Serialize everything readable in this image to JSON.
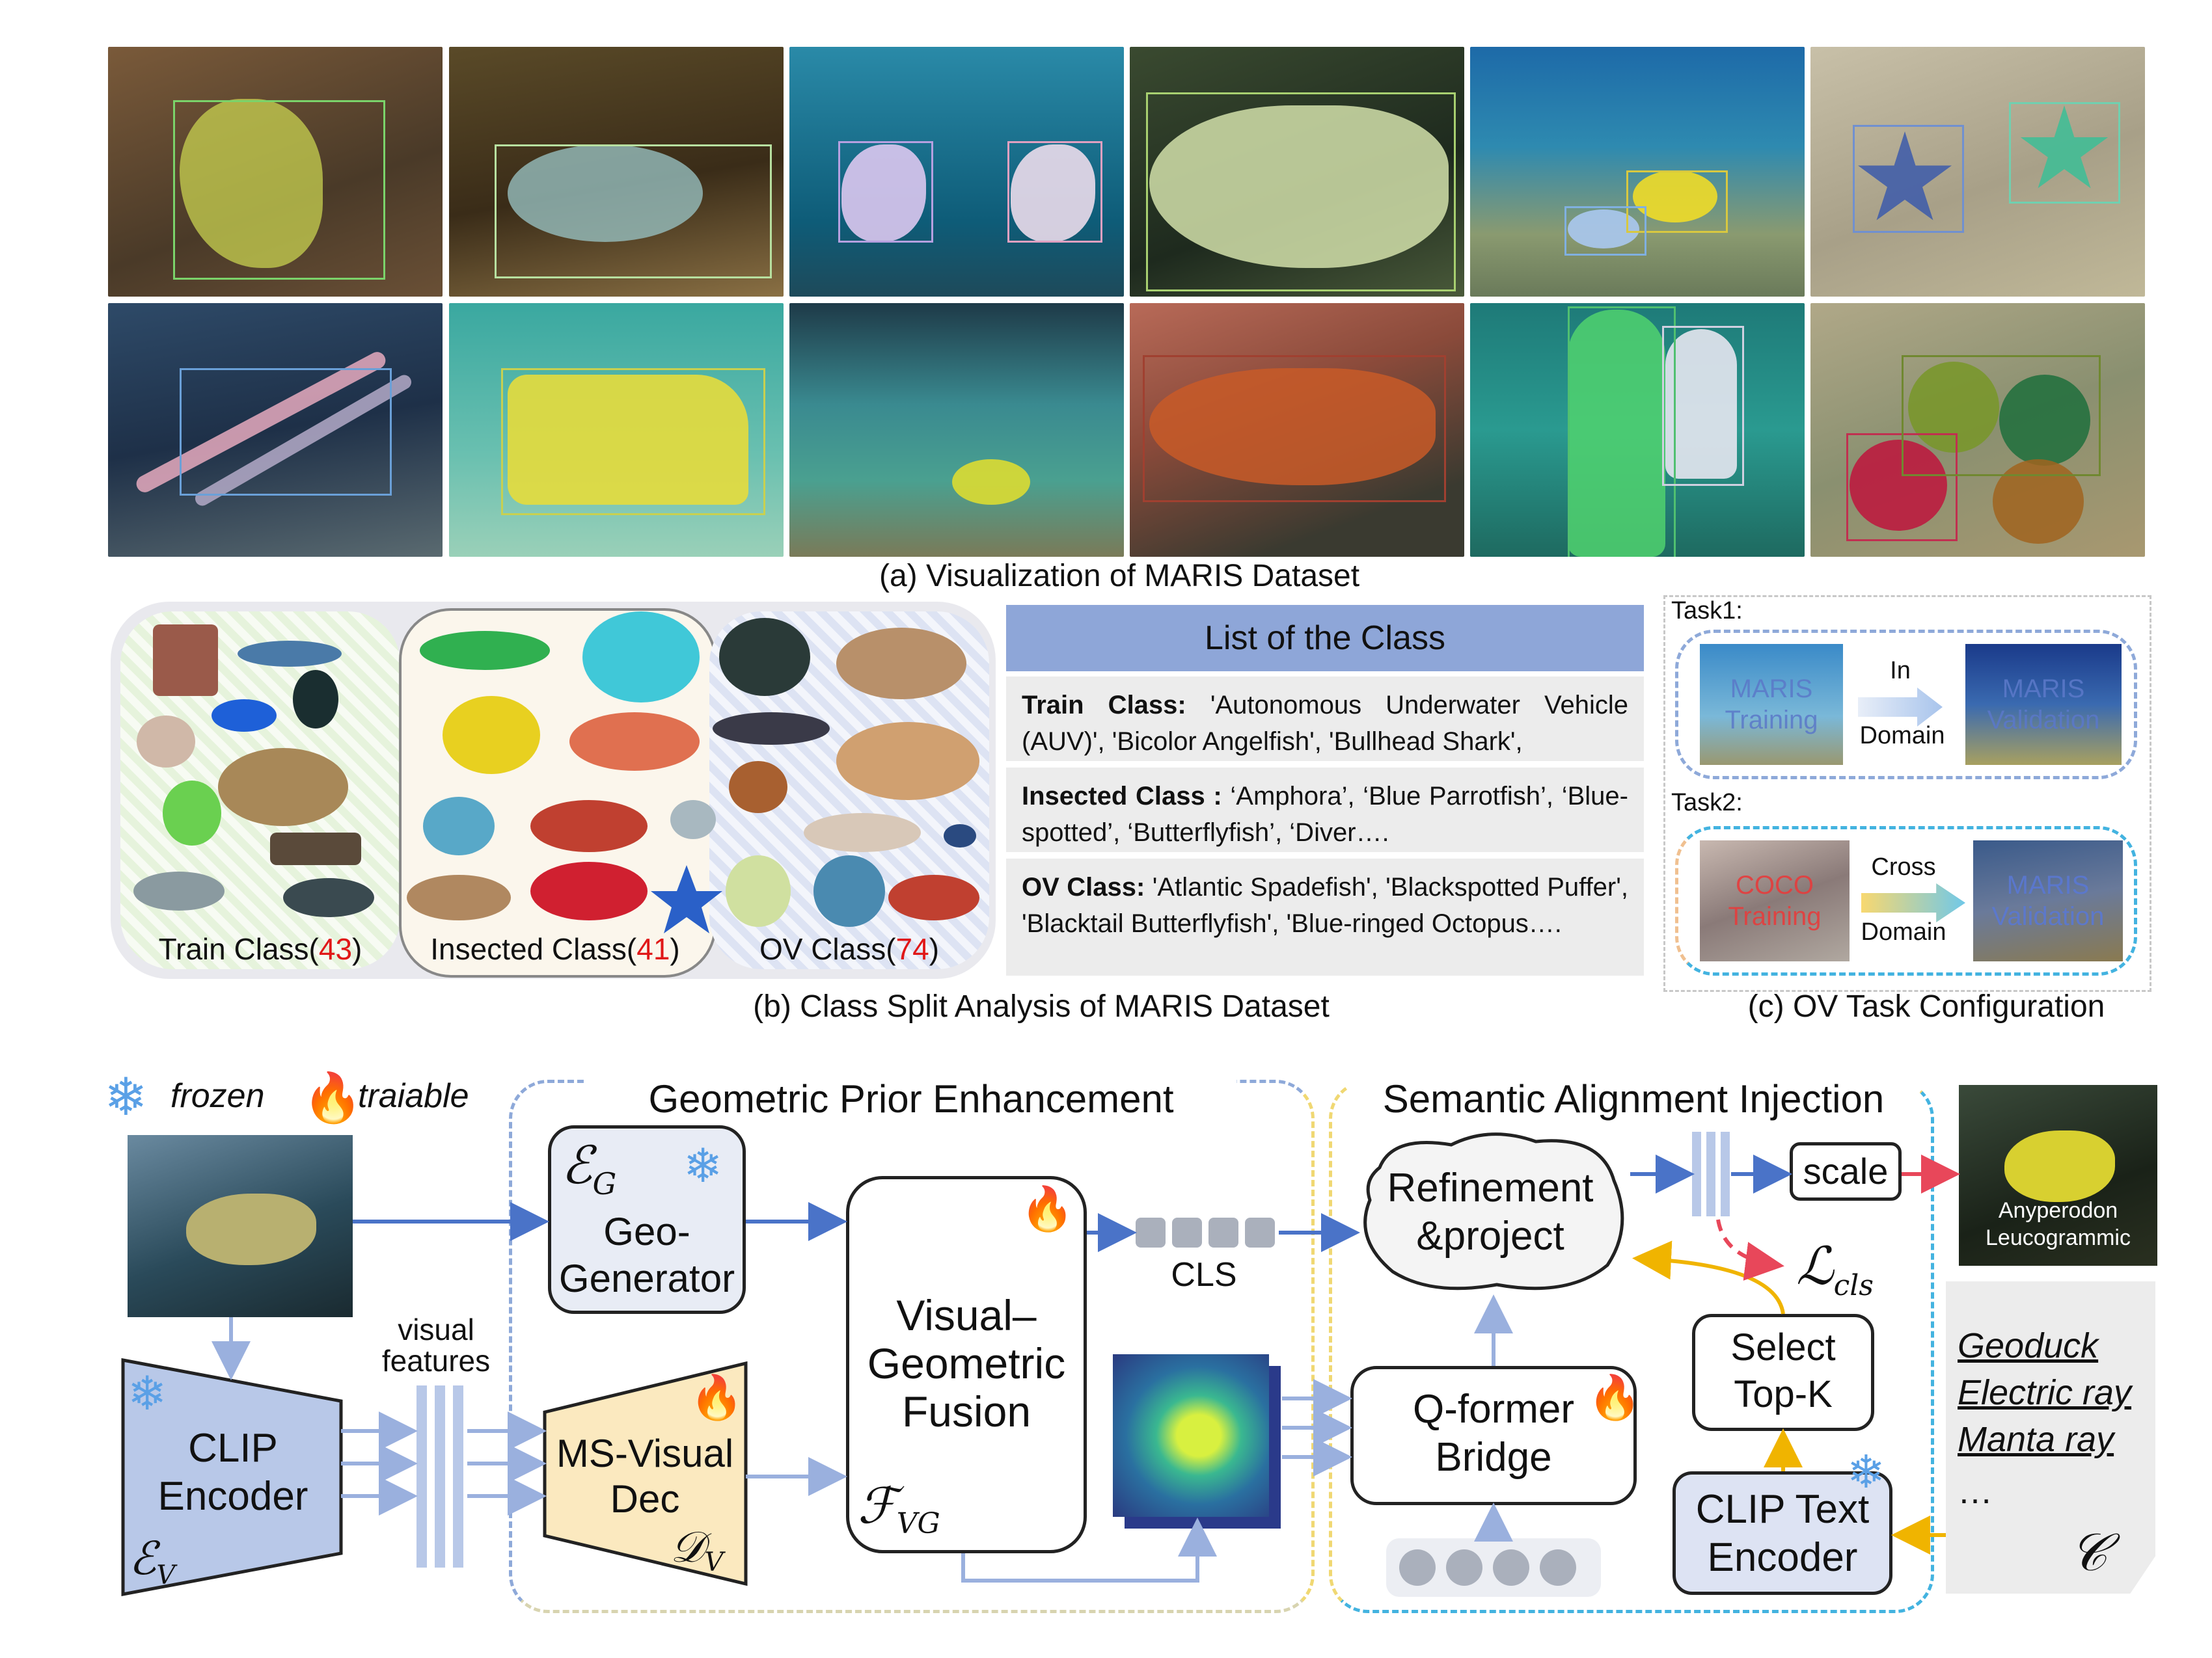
{
  "panel_a": {
    "caption": "(a) Visualization of MARIS Dataset"
  },
  "panel_b": {
    "caption": "(b) Class Split Analysis of MARIS Dataset",
    "groups": [
      {
        "label": "Train Class(",
        "count": "43",
        "close": ")"
      },
      {
        "label": "Insected Class(",
        "count": "41",
        "close": ")"
      },
      {
        "label": "OV Class(",
        "count": "74",
        "close": ")"
      }
    ],
    "list_title": "List of the Class",
    "rows": [
      {
        "head": "Train Class:",
        "text": " 'Autonomous Underwater Vehicle (AUV)', 'Bicolor Angelfish', 'Bullhead Shark',"
      },
      {
        "head": "Insected Class :",
        "text": " ‘Amphora’, ‘Blue Parrotfish’, ‘Blue-spotted’, ‘Butterflyfish’, ‘Diver…."
      },
      {
        "head": "OV Class:",
        "text": " 'Atlantic Spadefish', 'Blackspotted Puffer', 'Blacktail Butterflyfish', 'Blue-ringed Octopus…."
      }
    ]
  },
  "panel_c": {
    "caption": "(c) OV Task Configuration",
    "task1": {
      "title": "Task1:",
      "src": "MARIS\nTraining",
      "arrow_top": "In",
      "arrow_bottom": "Domain",
      "dst": "MARIS\nValidation"
    },
    "task2": {
      "title": "Task2:",
      "src": "COCO\nTraining",
      "arrow_top": "Cross",
      "arrow_bottom": "Domain",
      "dst": "MARIS\nValidation"
    }
  },
  "pipeline": {
    "legend_frozen": "frozen",
    "legend_trainable": "traiable",
    "geo_section": "Geometric Prior Enhancement",
    "sem_section": "Semantic Alignment Injection",
    "geo_gen_symbol": "ℰ",
    "geo_gen_sub": "G",
    "geo_gen_label": "Geo-\nGenerator",
    "fusion_label": "Visual–\nGeometric\nFusion",
    "fusion_symbol": "ℱ",
    "fusion_sub": "VG",
    "cls_label": "CLS",
    "visual_features": "visual\nfeatures",
    "clip_encoder": "CLIP\nEncoder",
    "clip_symbol": "ℰ",
    "clip_sub": "V",
    "ms_dec": "MS-Visual\nDec",
    "dec_symbol": "𝒟",
    "dec_sub": "V",
    "refine": "Refinement\n&project",
    "scale": "scale",
    "loss_symbol": "ℒ",
    "loss_sub": "cls",
    "qformer": "Q-former\nBridge",
    "select": "Select\nTop-K",
    "clip_text": "CLIP Text\nEncoder",
    "output_label": "Anyperodon\nLeucogrammic",
    "class_list": [
      "Geoduck",
      "Electric ray",
      "Manta ray",
      "…"
    ],
    "class_symbol": "𝒞",
    "colors": {
      "frozen_blue": "#5aa0e6",
      "fire": "#ff5a1f",
      "arrow_blue": "#4a73c8",
      "arrow_gold": "#f0b400",
      "arrow_red": "#e8475a",
      "geo_dash": "#8ea9d9",
      "sem_dash": "#f0d873",
      "sem_dash2": "#43b3e0"
    }
  }
}
